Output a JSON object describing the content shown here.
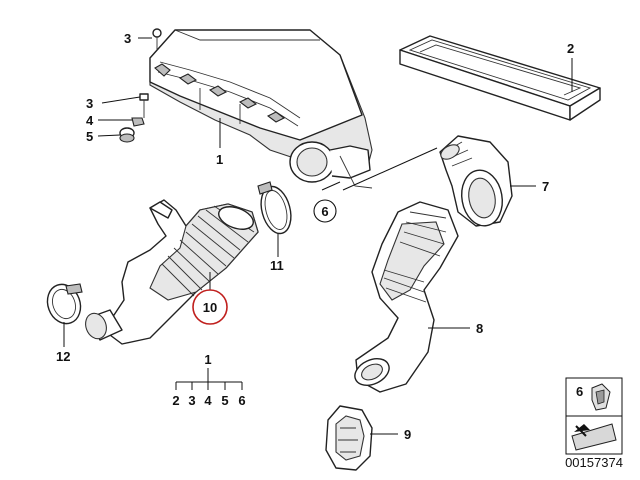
{
  "callouts": {
    "c1": "1",
    "c2": "2",
    "c3a": "3",
    "c3b": "3",
    "c4": "4",
    "c5": "5",
    "c6": "6",
    "c7": "7",
    "c8": "8",
    "c9": "9",
    "c10": "10",
    "c11": "11",
    "c12": "12"
  },
  "tree": {
    "root": "1",
    "children": [
      "2",
      "3",
      "4",
      "5",
      "6"
    ]
  },
  "legend_box": {
    "number": "6"
  },
  "drawing_number": "00157374",
  "colors": {
    "highlight_ring": "#c0201e",
    "line": "#222222"
  }
}
